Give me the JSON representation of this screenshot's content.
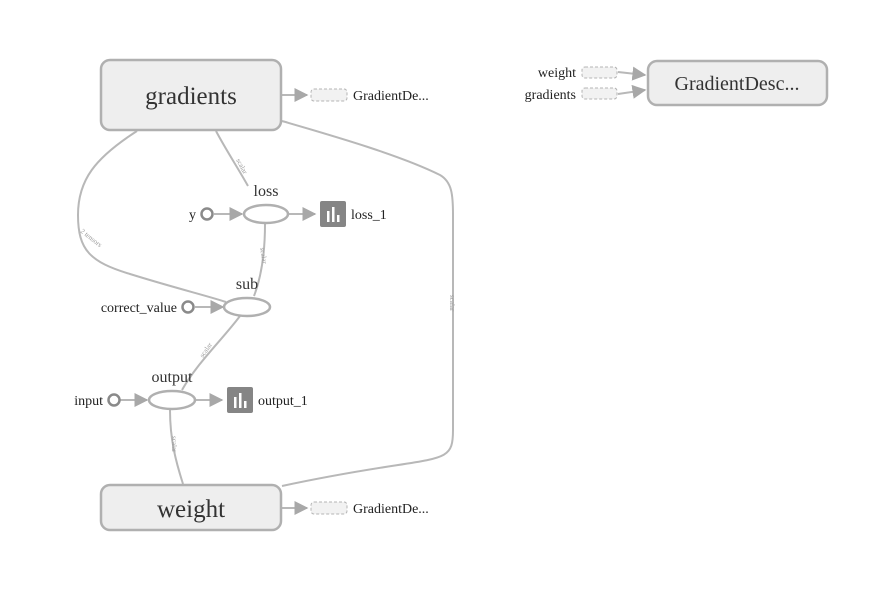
{
  "graph": {
    "nodes": {
      "gradients": "gradients",
      "weight": "weight",
      "gradient_descent_main": "GradientDesc...",
      "loss": "loss",
      "sub": "sub",
      "output": "output",
      "y": "y",
      "correct_value": "correct_value",
      "input": "input",
      "loss_summary": "loss_1",
      "output_summary": "output_1",
      "gradients_out": "GradientDe...",
      "weight_out": "GradientDe..."
    },
    "inputs_panel": {
      "weight": "weight",
      "gradients": "gradients"
    },
    "edge_labels": {
      "gradients_to_loss": "scalar",
      "gradients_to_sub": "2 tensors",
      "loss_to_sub": "scalar",
      "sub_to_output": "scalar",
      "weight_to_output": "scalar",
      "gradients_to_weight": "scalar"
    },
    "colors": {
      "edge": "#b8b8b8",
      "node_fill": "#eeeeee",
      "node_stroke": "#b0b0b0",
      "summary": "#858585"
    }
  }
}
